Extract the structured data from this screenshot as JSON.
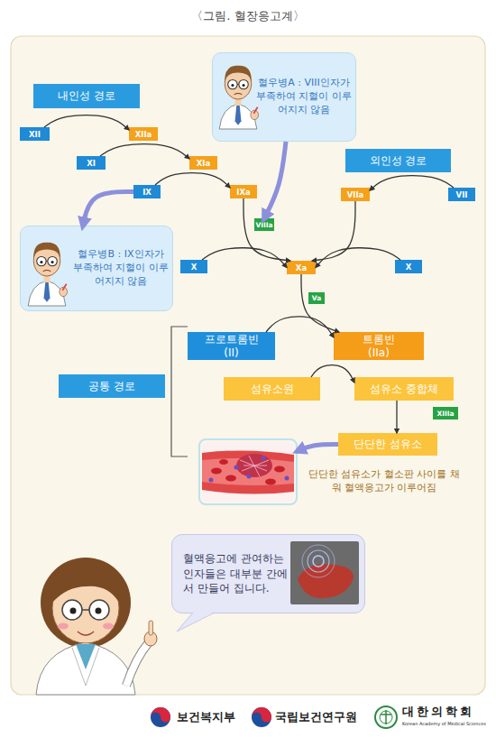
{
  "diagram": {
    "title": "〈그림. 혈장응고계〉",
    "nodes": [
      {
        "text": [
          "내인성 경로"
        ]
      },
      {
        "text": [
          "혈우병A : VIII인자가 부족하여 지혈이 이루어지지 않음"
        ]
      },
      {
        "text": [
          "XII"
        ]
      },
      {
        "text": [
          "XIIa"
        ]
      },
      {
        "text": [
          "XI"
        ]
      },
      {
        "text": [
          "XIa"
        ]
      },
      {
        "text": [
          "외인성 경로"
        ]
      },
      {
        "text": [
          "IX"
        ]
      },
      {
        "text": [
          "IXa"
        ]
      },
      {
        "text": [
          "VIIa"
        ]
      },
      {
        "text": [
          "VII"
        ]
      },
      {
        "text": [
          "VIIIa"
        ]
      },
      {
        "text": [
          "혈우병B : IX인자가 부족하여 지혈이 이루어지지 않음"
        ]
      },
      {
        "text": [
          "X"
        ]
      },
      {
        "text": [
          "Xa"
        ]
      },
      {
        "text": [
          "X"
        ]
      },
      {
        "text": [
          "Va"
        ]
      },
      {
        "text": [
          "프로트롬빈 (II)"
        ]
      },
      {
        "text": [
          "트롬빈 (IIa)"
        ]
      },
      {
        "text": [
          "공통 경로"
        ]
      },
      {
        "text": [
          "섬유소원"
        ]
      },
      {
        "text": [
          "섬유소 중합체"
        ]
      },
      {
        "text": [
          "XIIIa"
        ]
      },
      {
        "text": [
          "단단한 섬유소"
        ]
      },
      {
        "text": [
          "단단한 섬유소가 혈소판 사이를 채워 혈액응고가 이루어짐"
        ]
      },
      {
        "text": [
          "혈액응고에 관여하는 인자들은 대부분 간에서 만들어 집니다."
        ]
      }
    ],
    "edges": [
      {
        "from": 2,
        "to": 3,
        "arrow": "to"
      },
      {
        "from": 4,
        "to": 5,
        "arrow": "to"
      },
      {
        "from": 7,
        "to": 8,
        "arrow": "to"
      },
      {
        "from": 10,
        "to": 9,
        "arrow": "to"
      },
      {
        "from": 8,
        "to": 14,
        "arrow": "to"
      },
      {
        "from": 9,
        "to": 14,
        "arrow": "to"
      },
      {
        "from": 13,
        "to": 14,
        "arrow": "to"
      },
      {
        "from": 15,
        "to": 14,
        "arrow": "to"
      },
      {
        "from": 14,
        "to": 18,
        "arrow": "to"
      },
      {
        "from": 17,
        "to": 18,
        "arrow": "to"
      },
      {
        "from": 20,
        "to": 21,
        "arrow": "to"
      },
      {
        "from": 21,
        "to": 23,
        "arrow": "to"
      },
      {
        "from": 23,
        "to": 24,
        "arrow": "to"
      },
      {
        "from": 1,
        "to": 11,
        "arrow": "to"
      },
      {
        "from": 7,
        "to": 12,
        "arrow": "to"
      }
    ],
    "labels": [
      "보건복지부",
      "국립보건연구원",
      "대한의학회",
      "Korean Academy of Medical Sciences"
    ]
  }
}
